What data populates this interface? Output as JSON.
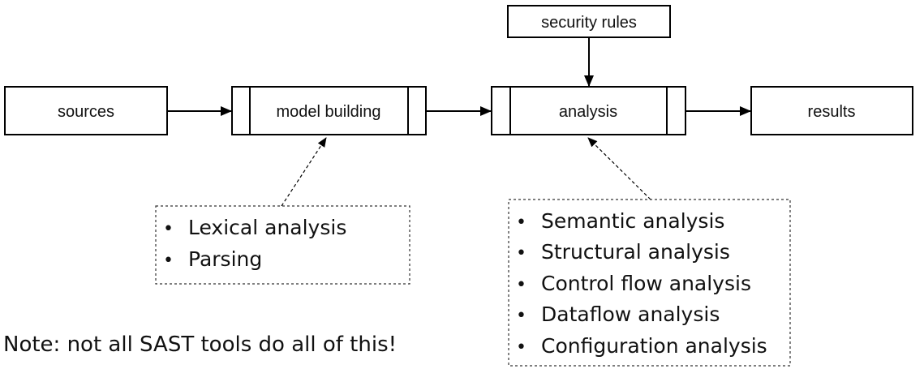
{
  "nodes": {
    "sources": "sources",
    "model_building": "model building",
    "analysis": "analysis",
    "results": "results",
    "security_rules": "security rules"
  },
  "model_building_steps": [
    "Lexical analysis",
    "Parsing"
  ],
  "analysis_steps": [
    "Semantic analysis",
    "Structural analysis",
    "Control flow analysis",
    "Dataflow analysis",
    "Configuration analysis"
  ],
  "bullet_symbol": "•",
  "note": "Note: not all SAST tools do all of this!"
}
